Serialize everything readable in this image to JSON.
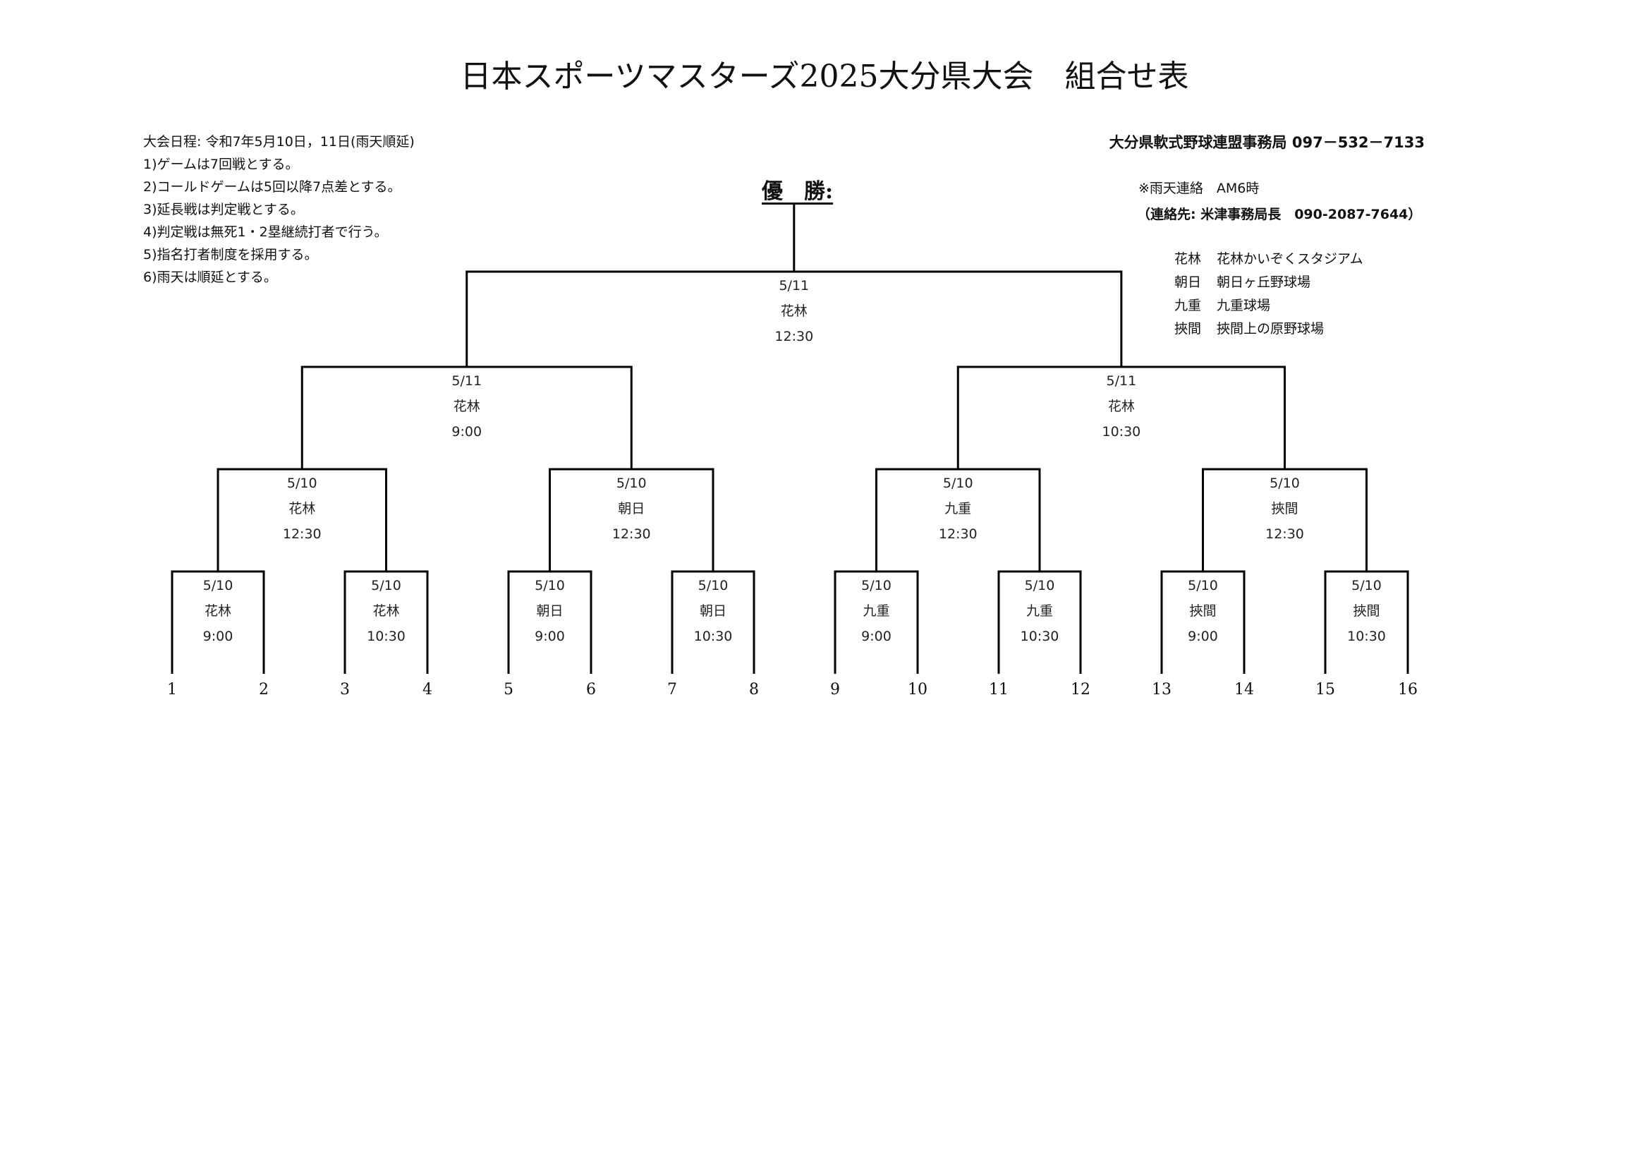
{
  "title": "日本スポーツマスターズ2025大分県大会　組合せ表",
  "rules": [
    "大会日程: 令和7年5月10日，11日(雨天順延)",
    "1)ゲームは7回戦とする。",
    "2)コールドゲームは5回以降7点差とする。",
    "3)延長戦は判定戦とする。",
    "4)判定戦は無死1・2塁継続打者で行う。",
    "5)指名打者制度を採用する。",
    "6)雨天は順延とする。"
  ],
  "office": "大分県軟式野球連盟事務局 097－532－7133",
  "rain_note": "※雨天連絡　AM6時",
  "rain_contact": "（連絡先: 米津事務局長　090-2087-7644）",
  "venues": [
    {
      "abbr": "花林",
      "name": "花林かいぞくスタジアム"
    },
    {
      "abbr": "朝日",
      "name": "朝日ヶ丘野球場"
    },
    {
      "abbr": "九重",
      "name": "九重球場"
    },
    {
      "abbr": "挾間",
      "name": "挾間上の原野球場"
    }
  ],
  "champion_label": "優　勝:",
  "games": {
    "r1": [
      {
        "date": "5/10",
        "venue": "花林",
        "time": "9:00"
      },
      {
        "date": "5/10",
        "venue": "花林",
        "time": "10:30"
      },
      {
        "date": "5/10",
        "venue": "朝日",
        "time": "9:00"
      },
      {
        "date": "5/10",
        "venue": "朝日",
        "time": "10:30"
      },
      {
        "date": "5/10",
        "venue": "九重",
        "time": "9:00"
      },
      {
        "date": "5/10",
        "venue": "九重",
        "time": "10:30"
      },
      {
        "date": "5/10",
        "venue": "挾間",
        "time": "9:00"
      },
      {
        "date": "5/10",
        "venue": "挾間",
        "time": "10:30"
      }
    ],
    "r2": [
      {
        "date": "5/10",
        "venue": "花林",
        "time": "12:30"
      },
      {
        "date": "5/10",
        "venue": "朝日",
        "time": "12:30"
      },
      {
        "date": "5/10",
        "venue": "九重",
        "time": "12:30"
      },
      {
        "date": "5/10",
        "venue": "挾間",
        "time": "12:30"
      }
    ],
    "semi": [
      {
        "date": "5/11",
        "venue": "花林",
        "time": "9:00"
      },
      {
        "date": "5/11",
        "venue": "花林",
        "time": "10:30"
      }
    ],
    "final": [
      {
        "date": "5/11",
        "venue": "花林",
        "time": "12:30"
      }
    ]
  },
  "team_numbers": [
    "1",
    "2",
    "3",
    "4",
    "5",
    "6",
    "7",
    "8",
    "9",
    "10",
    "11",
    "12",
    "13",
    "14",
    "15",
    "16"
  ]
}
